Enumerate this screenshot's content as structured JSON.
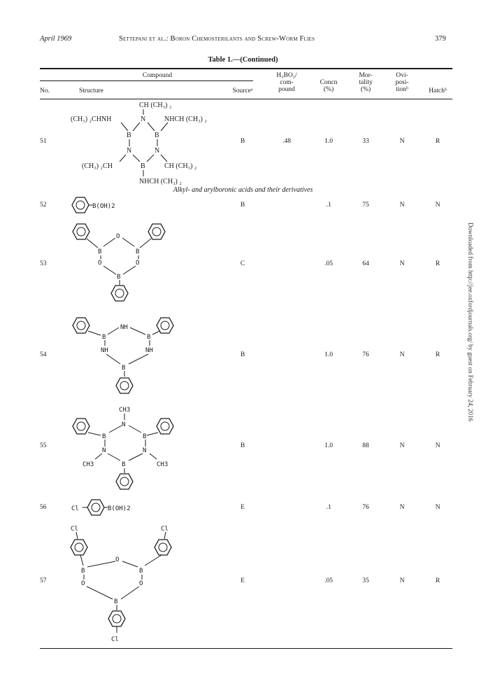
{
  "header": {
    "left": "April 1969",
    "center": "Settepani et al.: Boron Chemosterilants and Screw-Worm Flies",
    "page": "379"
  },
  "table_title": "Table 1.—(Continued)",
  "columns": {
    "compound": "Compound",
    "no": "No.",
    "structure": "Structure",
    "source": "Sourceᵃ",
    "h3bo3_1": "H₃BO₃/",
    "h3bo3_2": "com-",
    "h3bo3_3": "pound",
    "concn_1": "Concn",
    "concn_2": "(%)",
    "mort_1": "Mor-",
    "mort_2": "tality",
    "mort_3": "(%)",
    "ovi_1": "Ovi-",
    "ovi_2": "posi-",
    "ovi_3": "tionᵇ",
    "hatch": "Hatchᵇ"
  },
  "section_heading": "Alkyl- and arylboronic acids and their derivatives",
  "rows": [
    {
      "no": "51",
      "source": "B",
      "ratio": ".48",
      "concn": "1.0",
      "mortality": "33",
      "oviposition": "N",
      "hatch": "R"
    },
    {
      "no": "52",
      "source": "B",
      "ratio": "",
      "concn": ".1",
      "mortality": "75",
      "oviposition": "N",
      "hatch": "N"
    },
    {
      "no": "53",
      "source": "C",
      "ratio": "",
      "concn": ".05",
      "mortality": "64",
      "oviposition": "N",
      "hatch": "R"
    },
    {
      "no": "54",
      "source": "B",
      "ratio": "",
      "concn": "1.0",
      "mortality": "76",
      "oviposition": "N",
      "hatch": "R"
    },
    {
      "no": "55",
      "source": "B",
      "ratio": "",
      "concn": "1.0",
      "mortality": "88",
      "oviposition": "N",
      "hatch": "N"
    },
    {
      "no": "56",
      "source": "E",
      "ratio": "",
      "concn": ".1",
      "mortality": "76",
      "oviposition": "N",
      "hatch": "N"
    },
    {
      "no": "57",
      "source": "E",
      "ratio": "",
      "concn": ".05",
      "mortality": "35",
      "oviposition": "N",
      "hatch": "R"
    }
  ],
  "structures": {
    "s51": {
      "ch_top": "CH (CH₃) ₂",
      "n_top": "N",
      "left_sub": "(CH₃) ₂CHNH",
      "right_sub": "NHCH (CH₃) ₂",
      "b_left": "B",
      "b_right": "B",
      "n_left": "N",
      "n_right": "N",
      "bl_sub": "(CH₃) ₂CH",
      "br_sub": "CH (CH₃) ₂",
      "b_bottom": "B",
      "bottom_sub": "NHCH (CH₃) ₂"
    },
    "s52": {
      "group": "B(OH)2"
    },
    "s53": {
      "o1": "O",
      "o2": "O",
      "o3": "O",
      "b1": "B",
      "b2": "B",
      "b3": "B"
    },
    "s54": {
      "nh1": "NH",
      "nh2": "NH",
      "nh3": "NH",
      "b1": "B",
      "b2": "B",
      "b3": "B"
    },
    "s55": {
      "ch3_top": "CH3",
      "ch3_left": "CH3",
      "ch3_right": "CH3",
      "n1": "N",
      "n2": "N",
      "n3": "N",
      "b1": "B",
      "b2": "B",
      "b3": "B"
    },
    "s56": {
      "cl": "Cl",
      "group": "B(OH)2"
    },
    "s57": {
      "cl1": "Cl",
      "cl2": "Cl",
      "cl3": "Cl",
      "o1": "O",
      "o2": "O",
      "o3": "O",
      "b1": "B",
      "b2": "B",
      "b3": "B"
    }
  },
  "sidebar_text": "Downloaded from http://jee.oxfordjournals.org/ by guest on February 24, 2016"
}
